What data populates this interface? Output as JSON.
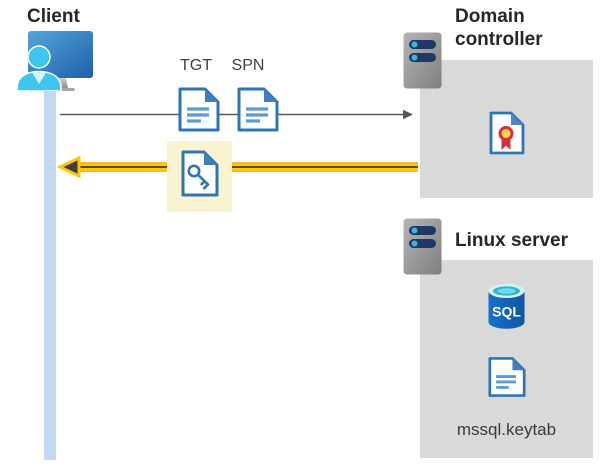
{
  "client": {
    "label": "Client",
    "icon": "person-at-monitor-icon"
  },
  "tickets": {
    "tgt": {
      "label": "TGT",
      "icon": "document-icon"
    },
    "spn": {
      "label": "SPN",
      "icon": "document-icon"
    },
    "service_ticket": {
      "icon": "key-document-icon",
      "highlighted": true
    }
  },
  "domain_controller": {
    "label": "Domain controller",
    "icon": "server-icon",
    "content_icon": "certificate-icon"
  },
  "linux_server": {
    "label": "Linux server",
    "icon": "server-icon",
    "sql_badge": "SQL",
    "sql_icon": "sql-database-icon",
    "keytab_icon": "document-icon",
    "keytab_file": "mssql.keytab"
  },
  "arrows": {
    "request": {
      "from": "client",
      "to": "domain-controller",
      "direction": "right",
      "color": "#58595b"
    },
    "response": {
      "from": "domain-controller",
      "to": "client",
      "direction": "left",
      "color": "#ffc700",
      "highlighted": true
    }
  },
  "colors": {
    "doc_blue": "#2e75b6",
    "doc_line_blue": "#5b9bd5",
    "person_cyan": "#3ec6f0",
    "lifeline_blue": "#c3d8f4",
    "container_gray": "#d9d9d9",
    "highlight_yellow": "#faf3cf",
    "arrow_yellow": "#ffc700",
    "arrow_gray": "#58595b",
    "server_pill_navy": "#1f3864",
    "sql_body_blue": "#1262b8",
    "certificate_red": "#d13438"
  }
}
